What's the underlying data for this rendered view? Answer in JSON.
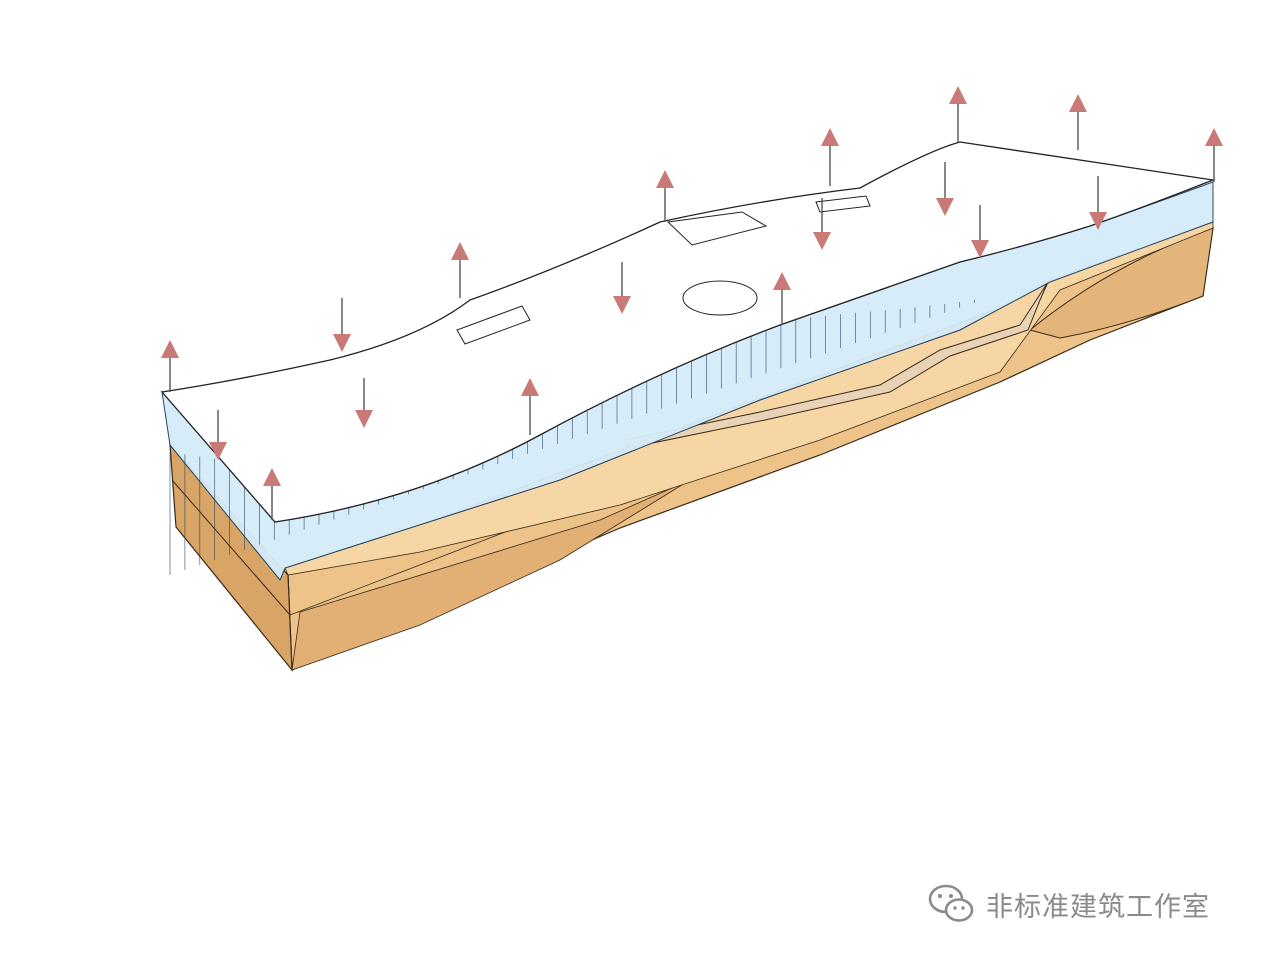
{
  "diagram": {
    "colors": {
      "arrow": "#c97a77",
      "roof_fill": "#ffffff",
      "roof_stroke": "#222222",
      "glass": "#d5ecf9",
      "glass_mullion": "#1f3f5c",
      "base": "#edc38a",
      "base_side": "#d9a567",
      "slab": "#f6d6a5"
    },
    "arrows": [
      {
        "dir": "up"
      },
      {
        "dir": "down"
      },
      {
        "dir": "down"
      },
      {
        "dir": "up"
      },
      {
        "dir": "up"
      },
      {
        "dir": "down"
      },
      {
        "dir": "up"
      },
      {
        "dir": "down"
      },
      {
        "dir": "up"
      },
      {
        "dir": "up"
      },
      {
        "dir": "down"
      },
      {
        "dir": "up"
      },
      {
        "dir": "down"
      },
      {
        "dir": "up"
      },
      {
        "dir": "down"
      },
      {
        "dir": "up"
      },
      {
        "dir": "down"
      },
      {
        "dir": "up"
      }
    ]
  },
  "watermark": {
    "text": "非标准建筑工作室",
    "icon": "wechat-icon"
  }
}
